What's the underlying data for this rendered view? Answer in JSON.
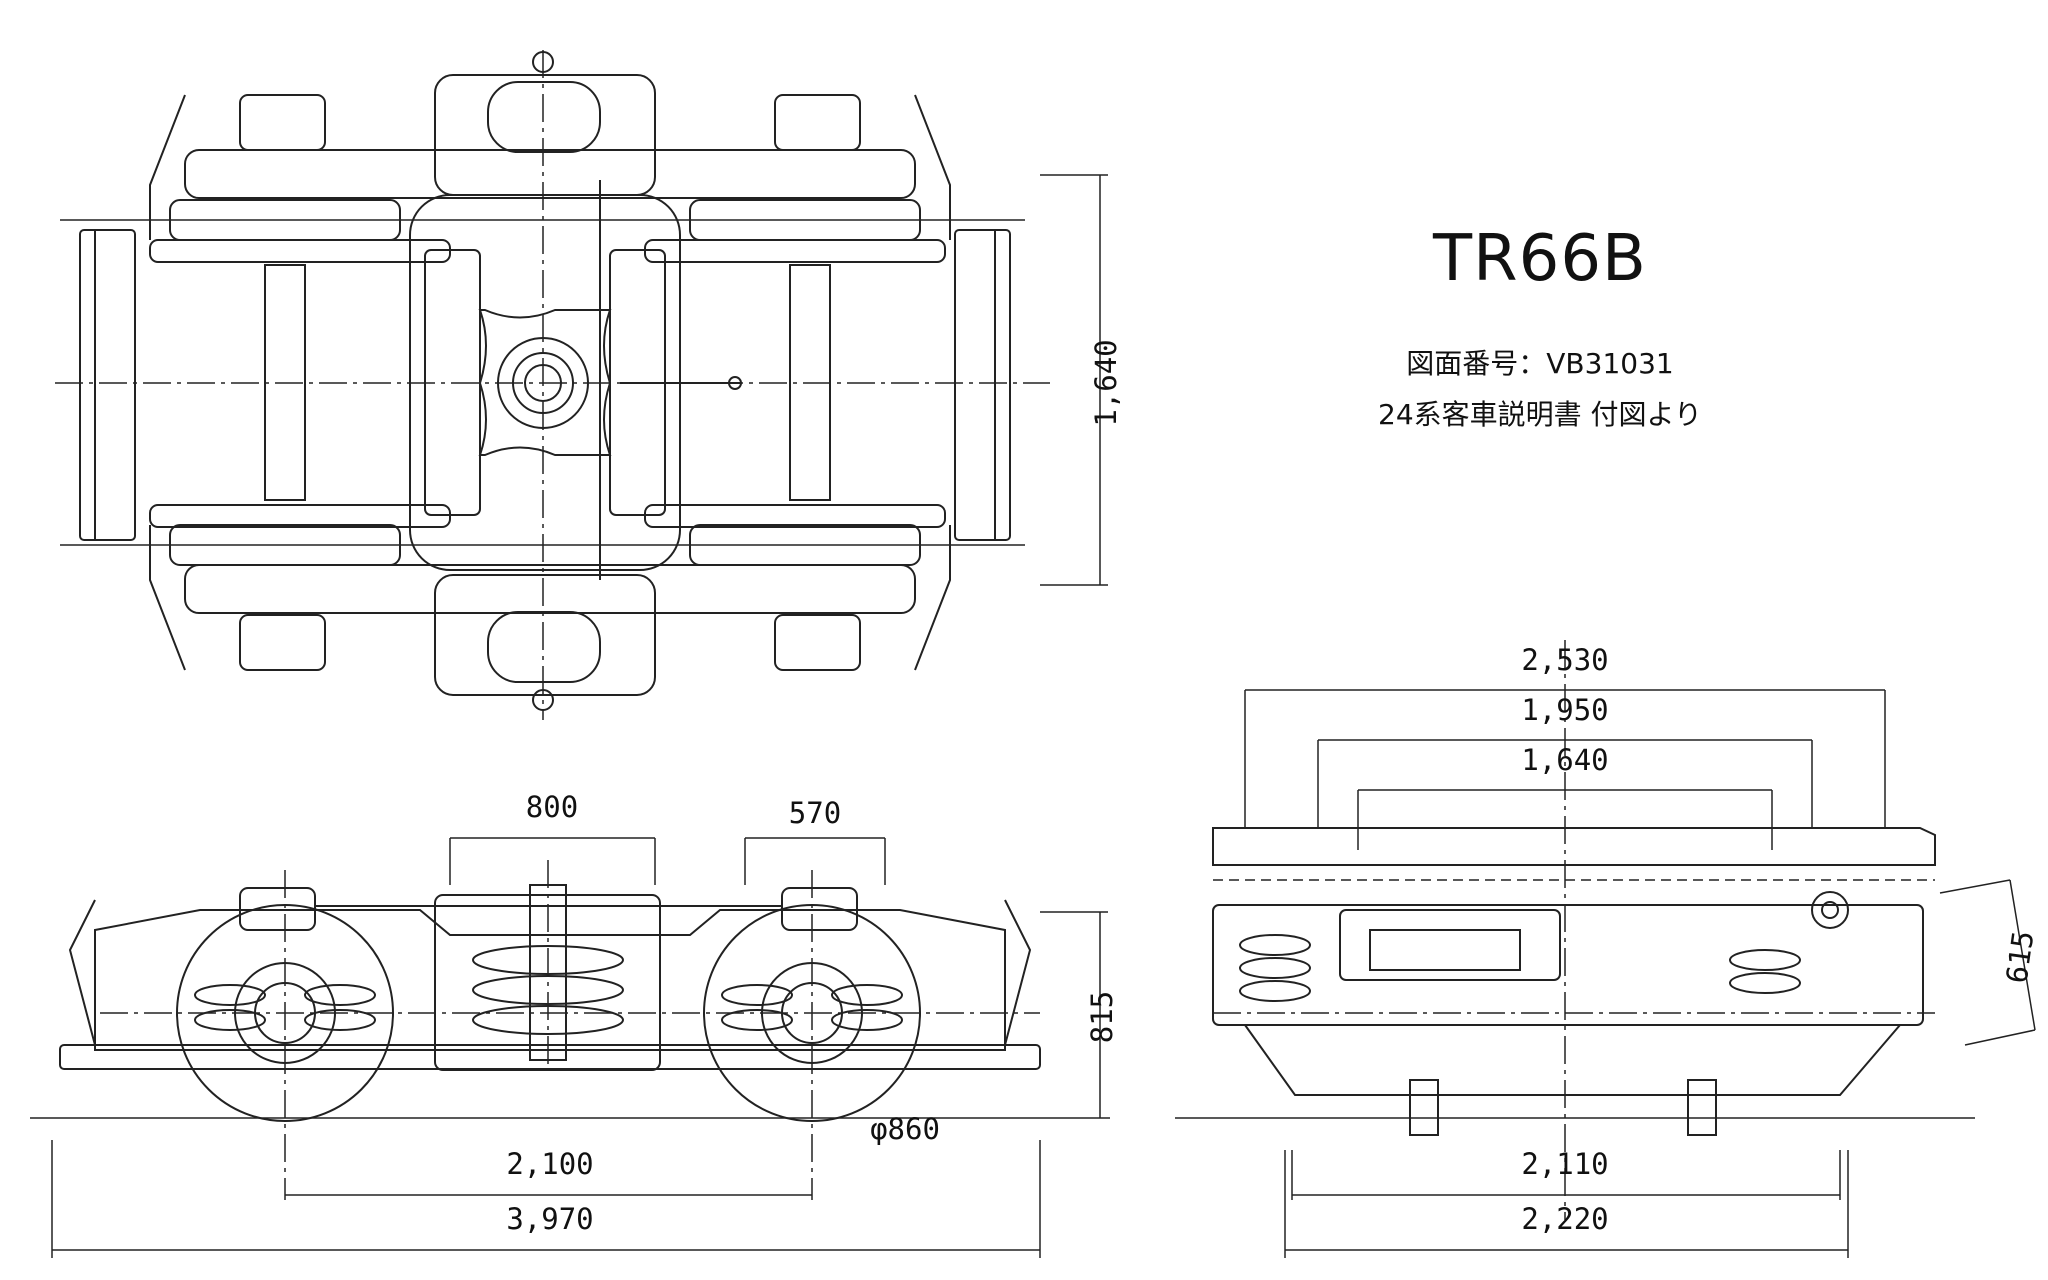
{
  "title": "TR66B",
  "drawing_number": "図面番号：VB31031",
  "source_note": "24系客車説明書 付図より",
  "dimensions": {
    "top_width": "1,640",
    "side_truck_center": "800",
    "side_spring": "570",
    "side_height": "815",
    "wheel_dia": "φ860",
    "wheelbase": "2,100",
    "overall_length": "3,970",
    "end_2530": "2,530",
    "end_1950": "1,950",
    "end_1640": "1,640",
    "end_615": "615",
    "end_2110": "2,110",
    "end_2220": "2,220"
  },
  "colors": {
    "line": "#222222",
    "center_line": "#444444"
  }
}
